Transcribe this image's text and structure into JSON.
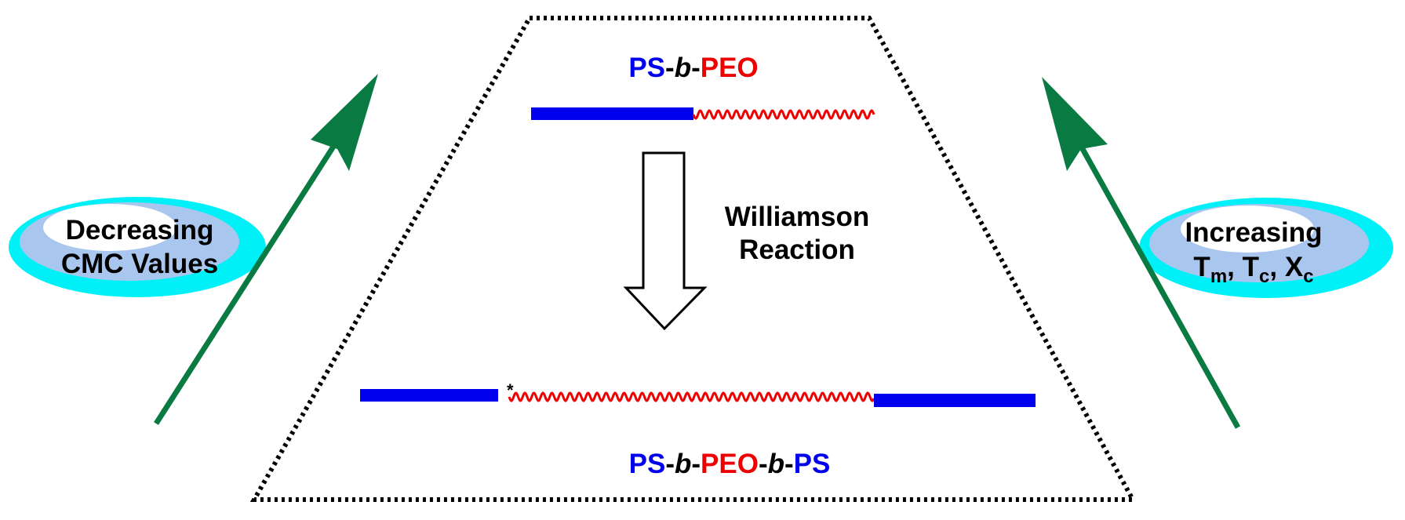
{
  "top_polymer": {
    "part1": "PS",
    "sep1": "-",
    "part2": "b",
    "sep2": "-",
    "part3": "PEO"
  },
  "reaction": {
    "line1": "Williamson",
    "line2": "Reaction"
  },
  "bottom_polymer": {
    "part1": "PS",
    "sep1": "-",
    "part2": "b",
    "sep2": "-",
    "part3": "PEO",
    "sep3": "-",
    "part4": "b",
    "sep4": "-",
    "part5": "PS"
  },
  "asterisk": "*",
  "left_bubble": {
    "line1": "Decreasing",
    "line2": "CMC Values"
  },
  "right_bubble": {
    "line1": "Increasing",
    "t": "T",
    "m": "m",
    "c1": "c",
    "x": "X",
    "c2": "c",
    "comma": ","
  },
  "colors": {
    "ps": "#0000ee",
    "peo": "#ee0000",
    "arrow": "#087a42",
    "bubble_outer": "#00f0f8",
    "bubble_inner": "#a9c6ee"
  }
}
